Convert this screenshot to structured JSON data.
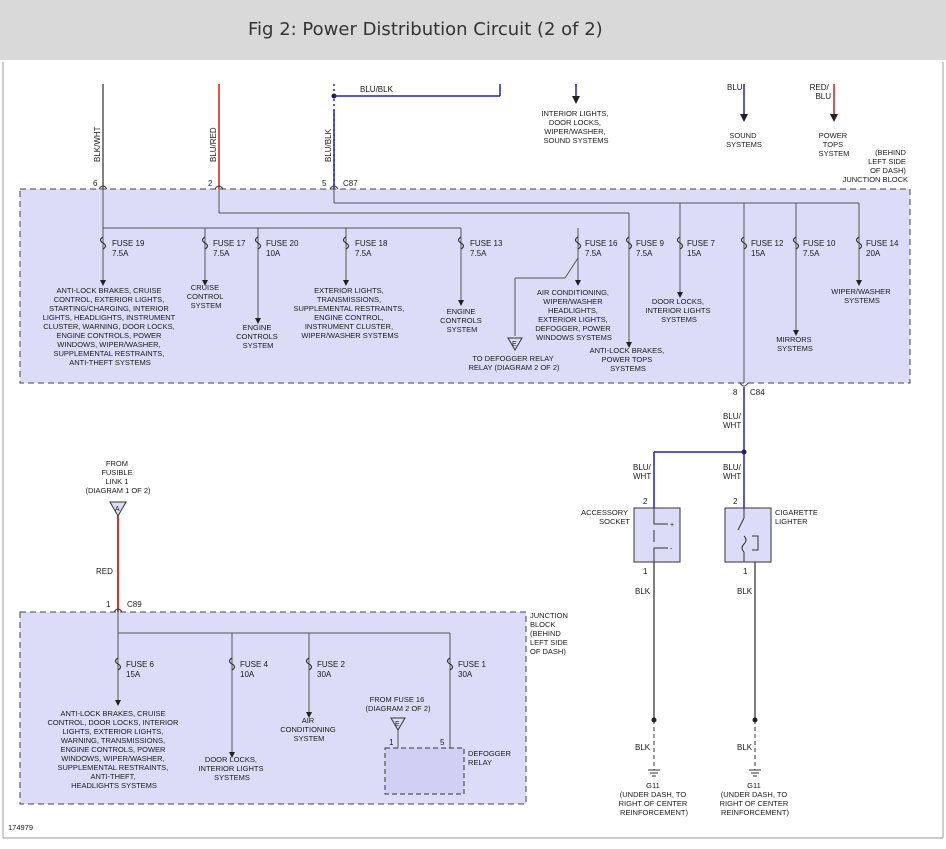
{
  "title": "Fig 2: Power Distribution Circuit (2 of 2)",
  "figure_id": "174979",
  "colors": {
    "block_fill": "#dcdcf8",
    "blue_wire": "#2020c8",
    "red_wire": "#d81818",
    "wire": "#555555"
  },
  "top_wires": [
    {
      "label": "BLK/WHT",
      "pin": "6"
    },
    {
      "label": "BLU/RED",
      "pin": "2"
    },
    {
      "label": "BLU/BLK",
      "pin": "5"
    }
  ],
  "top_connector": "C87",
  "top_bus_label": "BLU/BLK",
  "top_outputs": {
    "interior": [
      "INTERIOR LIGHTS,",
      "DOOR LOCKS,",
      "WIPER/WASHER,",
      "SOUND SYSTEMS"
    ],
    "sound": {
      "wire": "BLU",
      "lines": [
        "SOUND",
        "SYSTEMS"
      ]
    },
    "power_tops": {
      "wire": [
        "RED/",
        "BLU"
      ],
      "lines": [
        "POWER",
        "TOPS",
        "SYSTEM"
      ]
    }
  },
  "upper_block": {
    "caption": [
      "(BEHIND",
      "LEFT SIDE",
      "OF DASH)",
      "JUNCTION BLOCK"
    ],
    "fuses": [
      {
        "name": "FUSE 19",
        "rating": "7.5A",
        "loads": [
          "ANTI-LOCK BRAKES, CRUISE",
          "CONTROL, EXTERIOR LIGHTS,",
          "STARTING/CHARGING, INTERIOR",
          "LIGHTS, HEADLIGHTS, INSTRUMENT",
          "CLUSTER, WARNING, DOOR LOCKS,",
          "ENGINE CONTROLS, POWER",
          "WINDOWS, WIPER/WASHER,",
          "SUPPLEMENTAL RESTRAINTS,",
          "ANTI-THEFT SYSTEMS"
        ]
      },
      {
        "name": "FUSE 17",
        "rating": "7.5A",
        "loads": [
          "CRUISE",
          "CONTROL",
          "SYSTEM"
        ]
      },
      {
        "name": "FUSE 20",
        "rating": "10A",
        "loads": [
          "ENGINE",
          "CONTROLS",
          "SYSTEM"
        ]
      },
      {
        "name": "FUSE 18",
        "rating": "7.5A",
        "loads": [
          "EXTERIOR LIGHTS,",
          "TRANSMISSIONS,",
          "SUPPLEMENTAL RESTRAINTS,",
          "ENGINE CONTROL,",
          "INSTRUMENT CLUSTER,",
          "WIPER/WASHER SYSTEMS"
        ]
      },
      {
        "name": "FUSE 13",
        "rating": "7.5A",
        "loads": [
          "ENGINE",
          "CONTROLS",
          "SYSTEM"
        ]
      },
      {
        "name": "FUSE 16",
        "rating": "7.5A",
        "loads": [
          "AIR CONDITIONING,",
          "WIPER/WASHER",
          "HEADLIGHTS,",
          "EXTERIOR LIGHTS,",
          "DEFOGGER, POWER",
          "WINDOWS SYSTEMS"
        ]
      },
      {
        "name": "FUSE 9",
        "rating": "7.5A",
        "loads": [
          "ANTI-LOCK BRAKES,",
          "POWER TOPS",
          "SYSTEMS"
        ]
      },
      {
        "name": "FUSE 7",
        "rating": "15A",
        "loads": [
          "DOOR LOCKS,",
          "INTERIOR LIGHTS",
          "SYSTEMS"
        ]
      },
      {
        "name": "FUSE 12",
        "rating": "15A",
        "loads": []
      },
      {
        "name": "FUSE 10",
        "rating": "7.5A",
        "loads": [
          "MIRRORS",
          "SYSTEMS"
        ]
      },
      {
        "name": "FUSE 14",
        "rating": "20A",
        "loads": [
          "WIPER/WASHER",
          "SYSTEMS"
        ]
      }
    ],
    "defogger_ref": {
      "marker": "E",
      "lines": [
        "TO DEFOGGER RELAY",
        "RELAY (DIAGRAM 2 OF 2)"
      ]
    }
  },
  "c84": {
    "pin": "8",
    "connector": "C84",
    "wire": [
      "BLU/",
      "WHT"
    ]
  },
  "accessory_socket": {
    "wire": [
      "BLU/",
      "WHT"
    ],
    "pin_in": "2",
    "pin_out": "1",
    "label": [
      "ACCESSORY",
      "SOCKET"
    ],
    "ground_wire": "BLK",
    "ground_wire_bottom": "BLK",
    "ground": [
      "G11",
      "(UNDER DASH, TO",
      "RIGHT OF CENTER",
      "REINFORCEMENT)"
    ]
  },
  "cigarette_lighter": {
    "wire": [
      "BLU/",
      "WHT"
    ],
    "pin_in": "2",
    "pin_out": "1",
    "label": [
      "CIGARETTE",
      "LIGHTER"
    ],
    "ground_wire": "BLK",
    "ground_wire_bottom": "BLK",
    "ground": [
      "G11",
      "(UNDER DASH, TO",
      "RIGHT OF CENTER",
      "REINFORCEMENT)"
    ]
  },
  "fusible_link": {
    "lines": [
      "FROM",
      "FUSIBLE",
      "LINK 1",
      "(DIAGRAM 1 OF 2)"
    ],
    "marker": "A",
    "wire": "RED",
    "pin": "1",
    "connector": "C89"
  },
  "lower_block": {
    "caption": [
      "JUNCTION",
      "BLOCK",
      "(BEHIND",
      "LEFT SIDE",
      "OF DASH)"
    ],
    "fuses": [
      {
        "name": "FUSE 6",
        "rating": "15A",
        "loads": [
          "ANTI-LOCK BRAKES, CRUISE",
          "CONTROL, DOOR LOCKS, INTERIOR",
          "LIGHTS, EXTERIOR LIGHTS,",
          "WARNING, TRANSMISSIONS,",
          "ENGINE CONTROLS, POWER",
          "WINDOWS, WIPER/WASHER,",
          "SUPPLEMENTAL RESTRAINTS,",
          "ANTI-THEFT,",
          "HEADLIGHTS SYSTEMS"
        ]
      },
      {
        "name": "FUSE 4",
        "rating": "10A",
        "loads": [
          "DOOR LOCKS,",
          "INTERIOR LIGHTS",
          "SYSTEMS"
        ]
      },
      {
        "name": "FUSE 2",
        "rating": "30A",
        "loads": [
          "AIR",
          "CONDITIONING",
          "SYSTEM"
        ]
      },
      {
        "name": "FUSE 1",
        "rating": "30A",
        "loads": []
      }
    ],
    "relay_ref": {
      "lines": [
        "FROM FUSE 16",
        "(DIAGRAM 2 OF 2)"
      ],
      "marker": "E",
      "pin_left": "1",
      "pin_right": "5",
      "label": [
        "DEFOGGER",
        "RELAY"
      ]
    }
  }
}
